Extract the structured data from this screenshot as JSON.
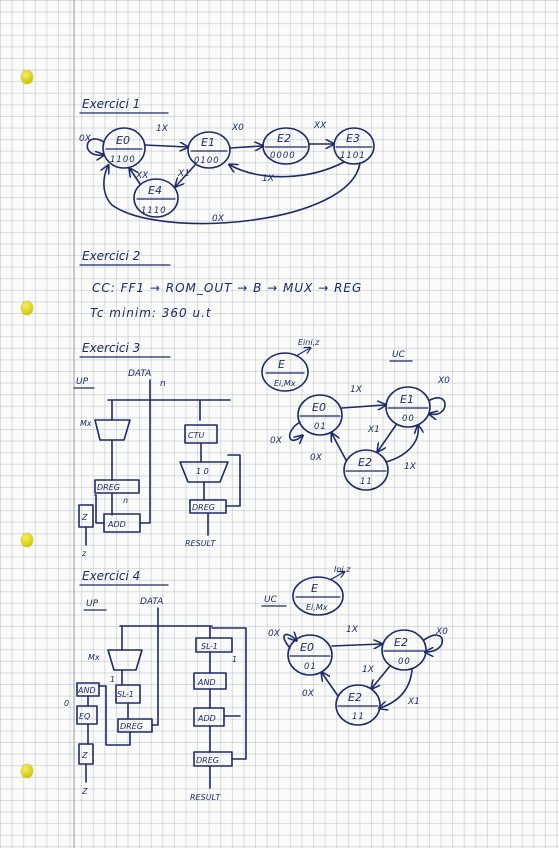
{
  "exercise1": {
    "title": "Exercici 1",
    "states": [
      {
        "name": "E0",
        "code": "1100"
      },
      {
        "name": "E1",
        "code": "0100"
      },
      {
        "name": "E2",
        "code": "0000"
      },
      {
        "name": "E3",
        "code": "1101"
      },
      {
        "name": "E4",
        "code": "1110"
      }
    ],
    "edges": {
      "e0_self": "0X",
      "e0_e1": "1X",
      "e1_e2": "X0",
      "e2_e3": "XX",
      "e1_e4": "X1",
      "e4_e0": "XX",
      "e3_e1": "1X",
      "e3_e0": "0X"
    }
  },
  "exercise2": {
    "title": "Exercici 2",
    "cc": "CC: FF1 → ROM_OUT → B → MUX → REG",
    "tc": "Tc minim: 360 u.t"
  },
  "exercise3": {
    "title": "Exercici 3",
    "up": "UP",
    "data": "DATA",
    "data_n": "n",
    "mx": "Mx",
    "ctu": "CTU",
    "mux_bits": "1  0",
    "reg_left": "DREG",
    "reg_right": "DREG",
    "n_label": "n",
    "add": "ADD",
    "z_box": "Z",
    "z_out": "z",
    "result": "RESULT",
    "uc": "UC",
    "legend_top": "Eini,z",
    "legend_state": "E",
    "legend_out": "Ei,Mx",
    "states": [
      {
        "name": "E0",
        "code": "01"
      },
      {
        "name": "E1",
        "code": "00"
      },
      {
        "name": "E2",
        "code": "11"
      }
    ],
    "edges": {
      "e0_self": "0X",
      "e0_e1": "1X",
      "e1_self": "X0",
      "e1_e2_up": "X1",
      "e2_e1": "1X",
      "e2_e0": "0X"
    }
  },
  "exercise4": {
    "title": "Exercici 4",
    "up": "UP",
    "data": "DATA",
    "mx": "Mx",
    "mux_bits": "1",
    "and_left": "AND",
    "sl_left": "SL-1",
    "eq": "EQ",
    "zero": "0",
    "reg_left": "DREG",
    "z_box": "Z",
    "z_out": "Z",
    "sl_right": "SL-1",
    "one_right": "1",
    "and_right": "AND",
    "add": "ADD",
    "reg_right": "DREG",
    "result": "RESULT",
    "uc": "UC",
    "legend_top": "Inj z",
    "legend_state": "E",
    "legend_out": "Ei,Mx",
    "states": [
      {
        "name": "E0",
        "code": "01"
      },
      {
        "name": "E2",
        "code": "00"
      },
      {
        "name": "E2",
        "code": "11"
      }
    ],
    "edges": {
      "e0_self": "0X",
      "e0_e1": "1X",
      "e1_self": "X0",
      "e1_e2": "1X",
      "e2_e0": "0X",
      "e2_back": "X1"
    }
  }
}
